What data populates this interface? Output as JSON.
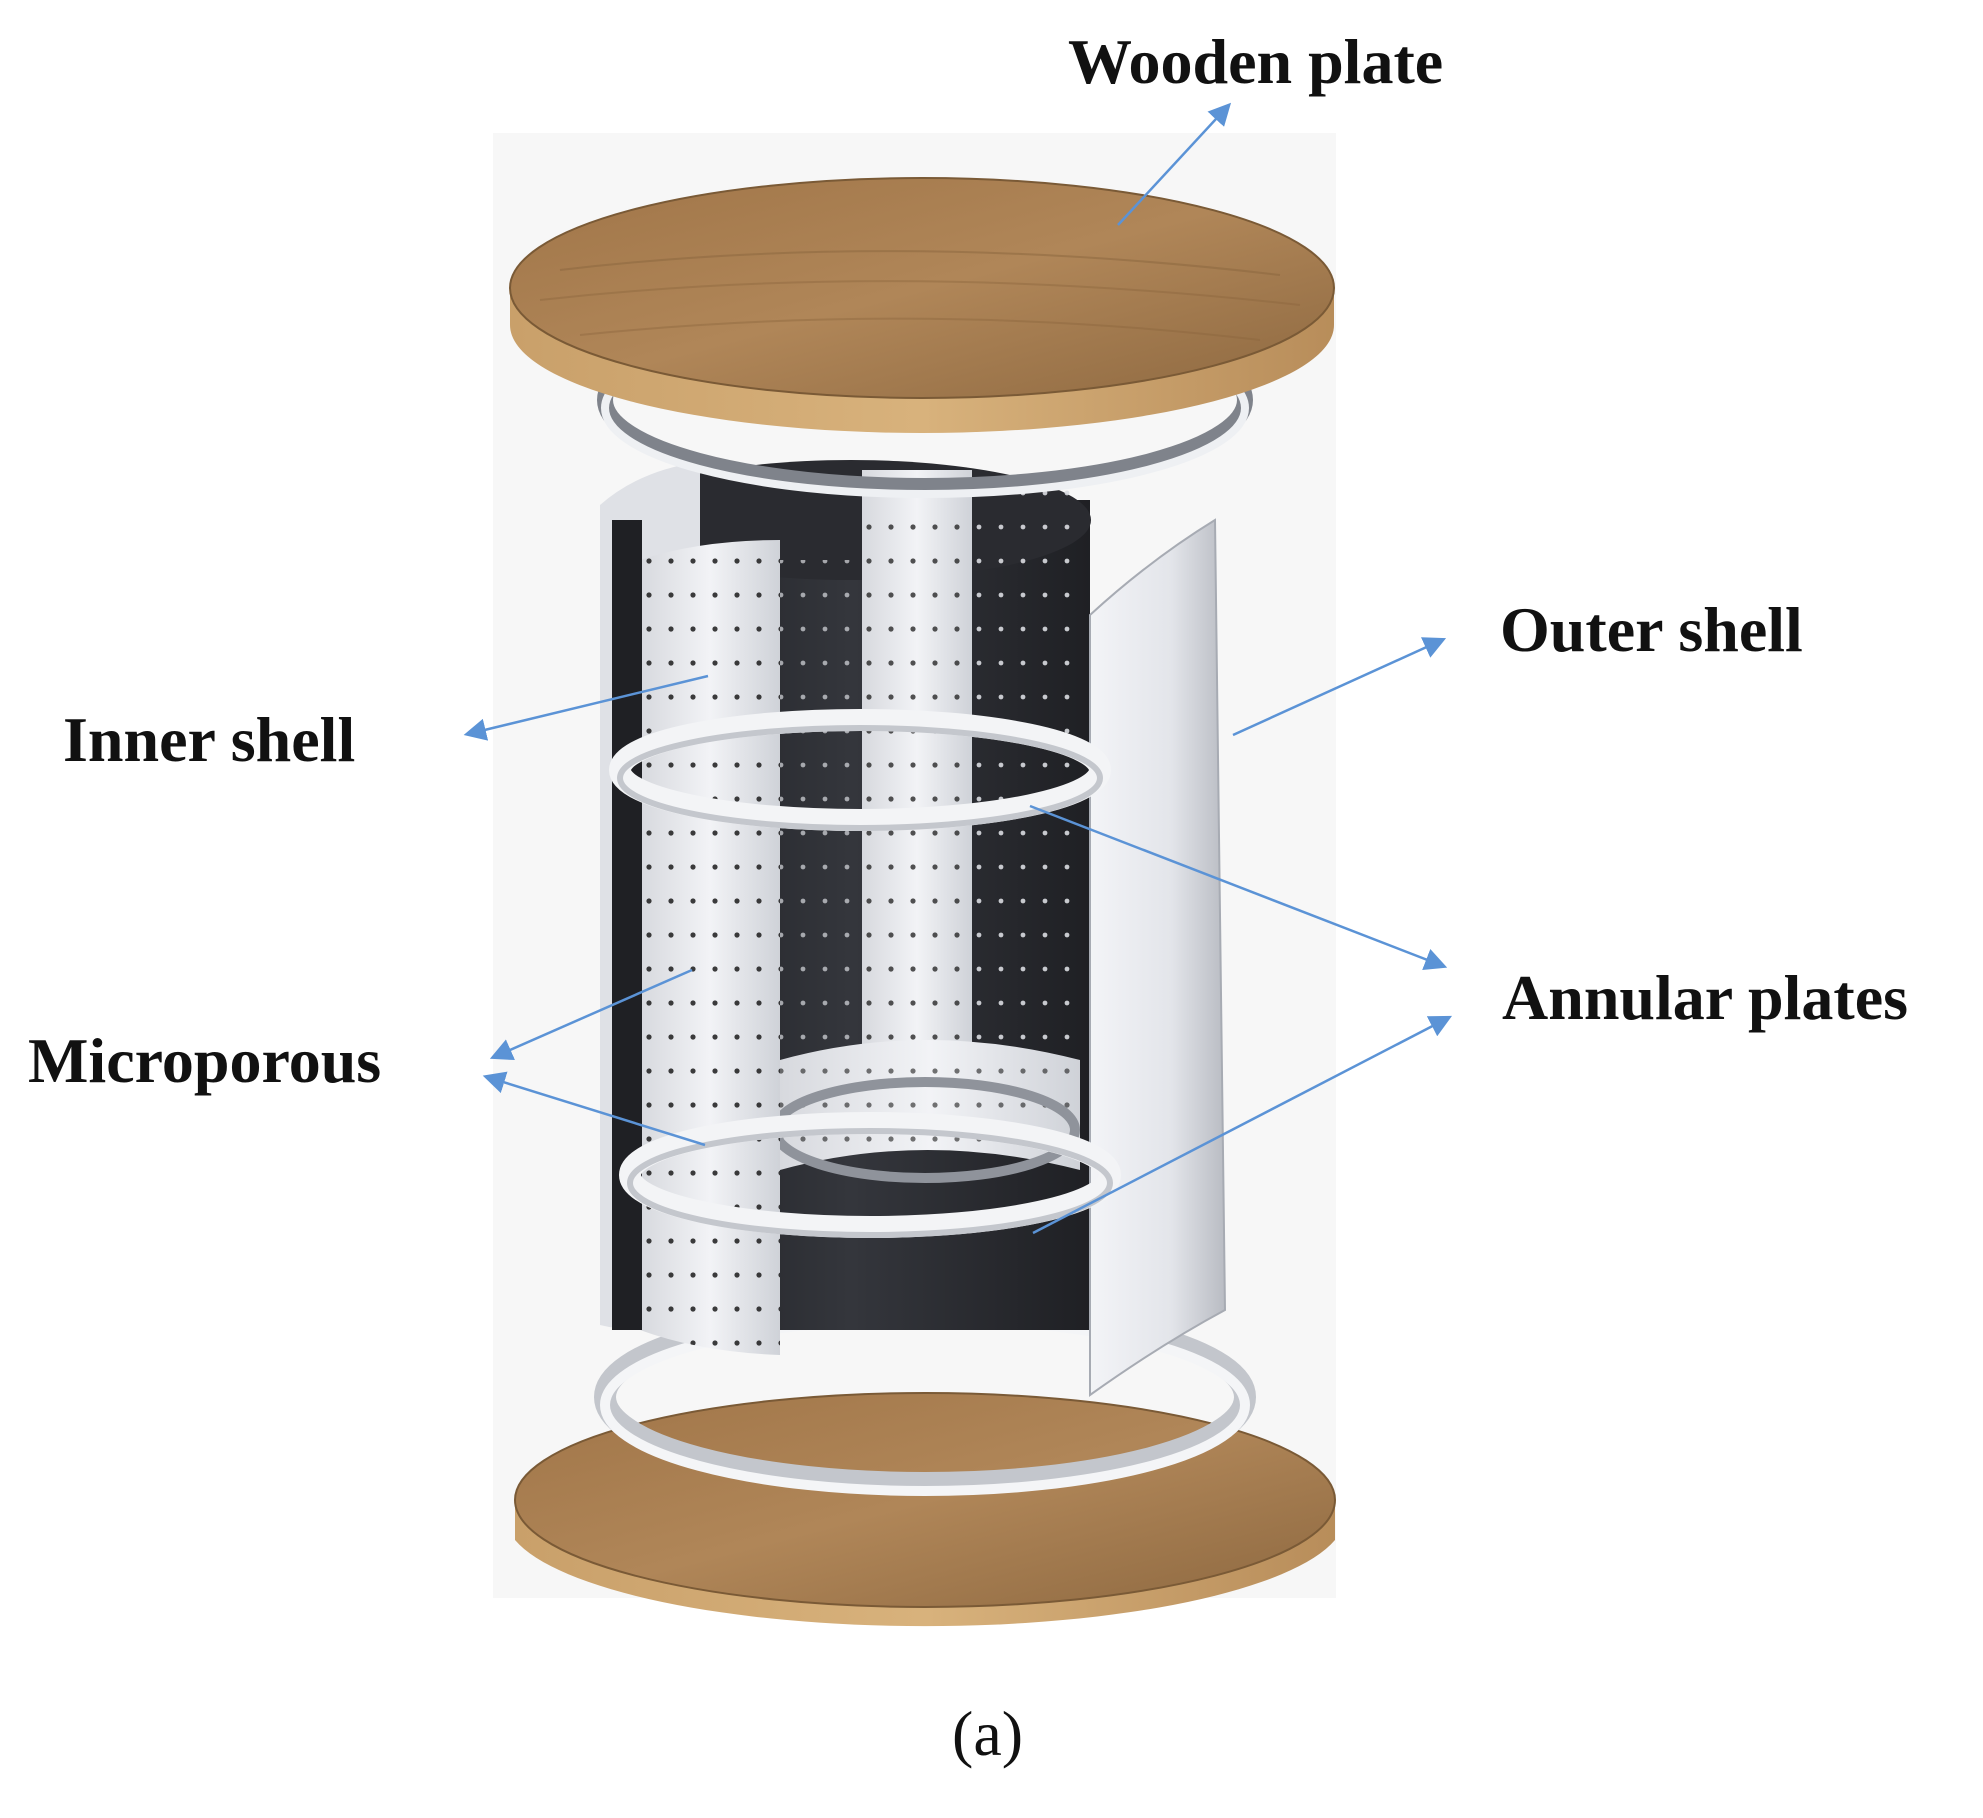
{
  "labels": {
    "wooden_plate": "Wooden plate",
    "outer_shell": "Outer shell",
    "inner_shell": "Inner shell",
    "annular_plates": "Annular plates",
    "microporous": "Microporous"
  },
  "caption": "(a)",
  "colors": {
    "wood": "#a67c4e",
    "wood_dark": "#7a5a36",
    "metal": "#e9ebf0",
    "metal_shadow": "#aeb2ba",
    "interior": "#26272b",
    "arrow": "#5b93d6"
  }
}
